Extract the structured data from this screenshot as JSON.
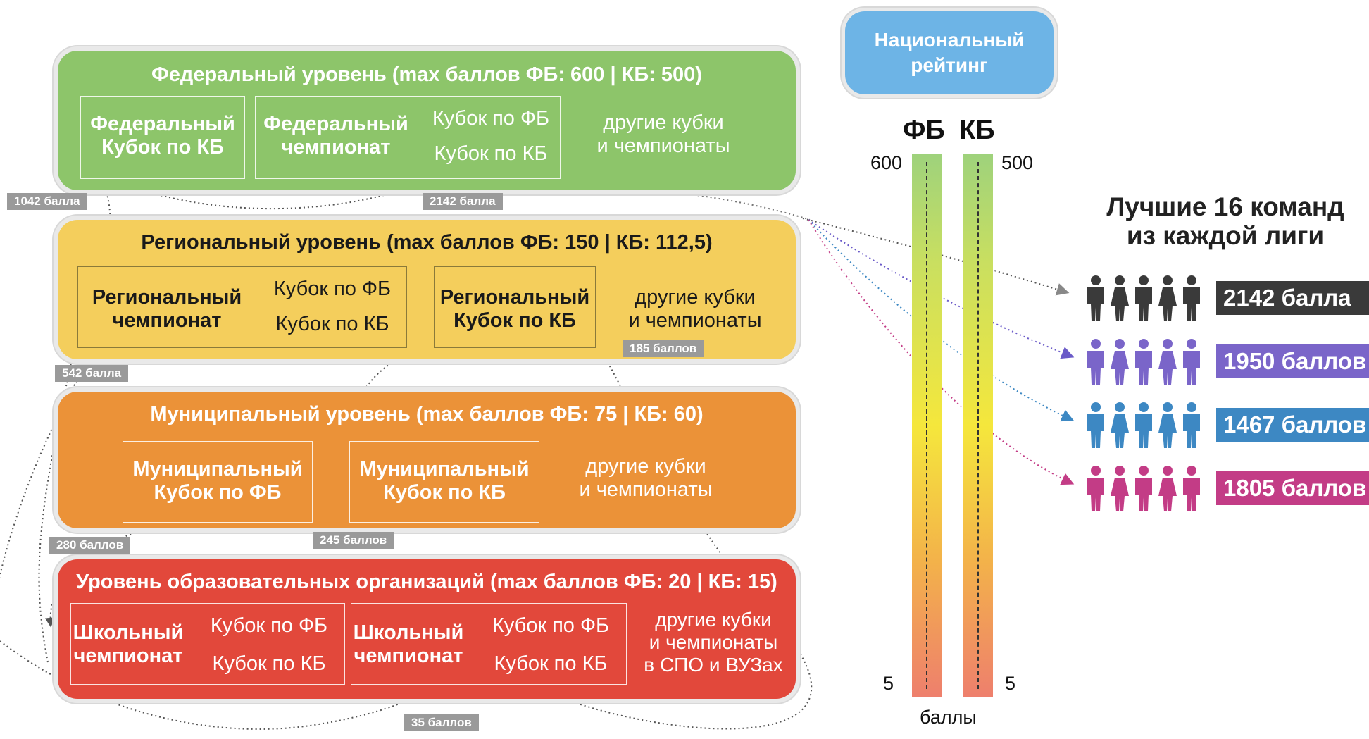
{
  "levels": {
    "federal": {
      "title": "Федеральный уровень (max баллов ФБ: 600 | КБ: 500)",
      "box1": "Федеральный\nКубок по КБ",
      "box2_bold": "Федеральный\nчемпионат",
      "box2_cup1": "Кубок по ФБ",
      "box2_cup2": "Кубок по КБ",
      "other": "другие кубки\nи чемпионаты",
      "color": "#8dc56a"
    },
    "regional": {
      "title": "Региональный уровень (max баллов ФБ: 150 | КБ: 112,5)",
      "box1_bold": "Региональный\nчемпионат",
      "box1_cup1": "Кубок по ФБ",
      "box1_cup2": "Кубок по КБ",
      "box2": "Региональный\nКубок по КБ",
      "other": "другие кубки\nи чемпионаты",
      "color": "#f4ce5c"
    },
    "municipal": {
      "title": "Муниципальный уровень (max баллов ФБ: 75 | КБ: 60)",
      "box1": "Муниципальный\nКубок по ФБ",
      "box2": "Муниципальный\nКубок по КБ",
      "other": "другие кубки\nи чемпионаты",
      "color": "#eb9238"
    },
    "school": {
      "title": "Уровень образовательных организаций (max баллов ФБ: 20 | КБ: 15)",
      "box1_bold": "Школьный\nчемпионат",
      "box1_cup1": "Кубок по ФБ",
      "box1_cup2": "Кубок по КБ",
      "box2_bold": "Школьный\nчемпионат",
      "box2_cup1": "Кубок по ФБ",
      "box2_cup2": "Кубок по КБ",
      "other": "другие кубки\nи чемпионаты\nв СПО и ВУЗах",
      "color": "#e2483b"
    }
  },
  "score_tags": {
    "t1042": "1042 балла",
    "t2142": "2142 балла",
    "t542": "542 балла",
    "t185": "185 баллов",
    "t280": "280 баллов",
    "t245": "245 баллов",
    "t35": "35 баллов"
  },
  "national": {
    "title": "Национальный\nрейтинг",
    "col_fb": "ФБ",
    "col_kb": "КБ",
    "fb_max": "600",
    "kb_max": "500",
    "fb_min": "5",
    "kb_min": "5",
    "axis_label": "баллы"
  },
  "best": {
    "title": "Лучшие 16 команд\nиз каждой лиги",
    "teams": [
      {
        "score": "2142 балла",
        "color": "#3a3a3a",
        "icon": "people-group-icon"
      },
      {
        "score": "1950 баллов",
        "color": "#7a65c9",
        "icon": "people-group-icon"
      },
      {
        "score": "1467 баллов",
        "color": "#3d88c3",
        "icon": "people-group-icon"
      },
      {
        "score": "1805 баллов",
        "color": "#c33c86",
        "icon": "people-group-icon"
      }
    ]
  }
}
